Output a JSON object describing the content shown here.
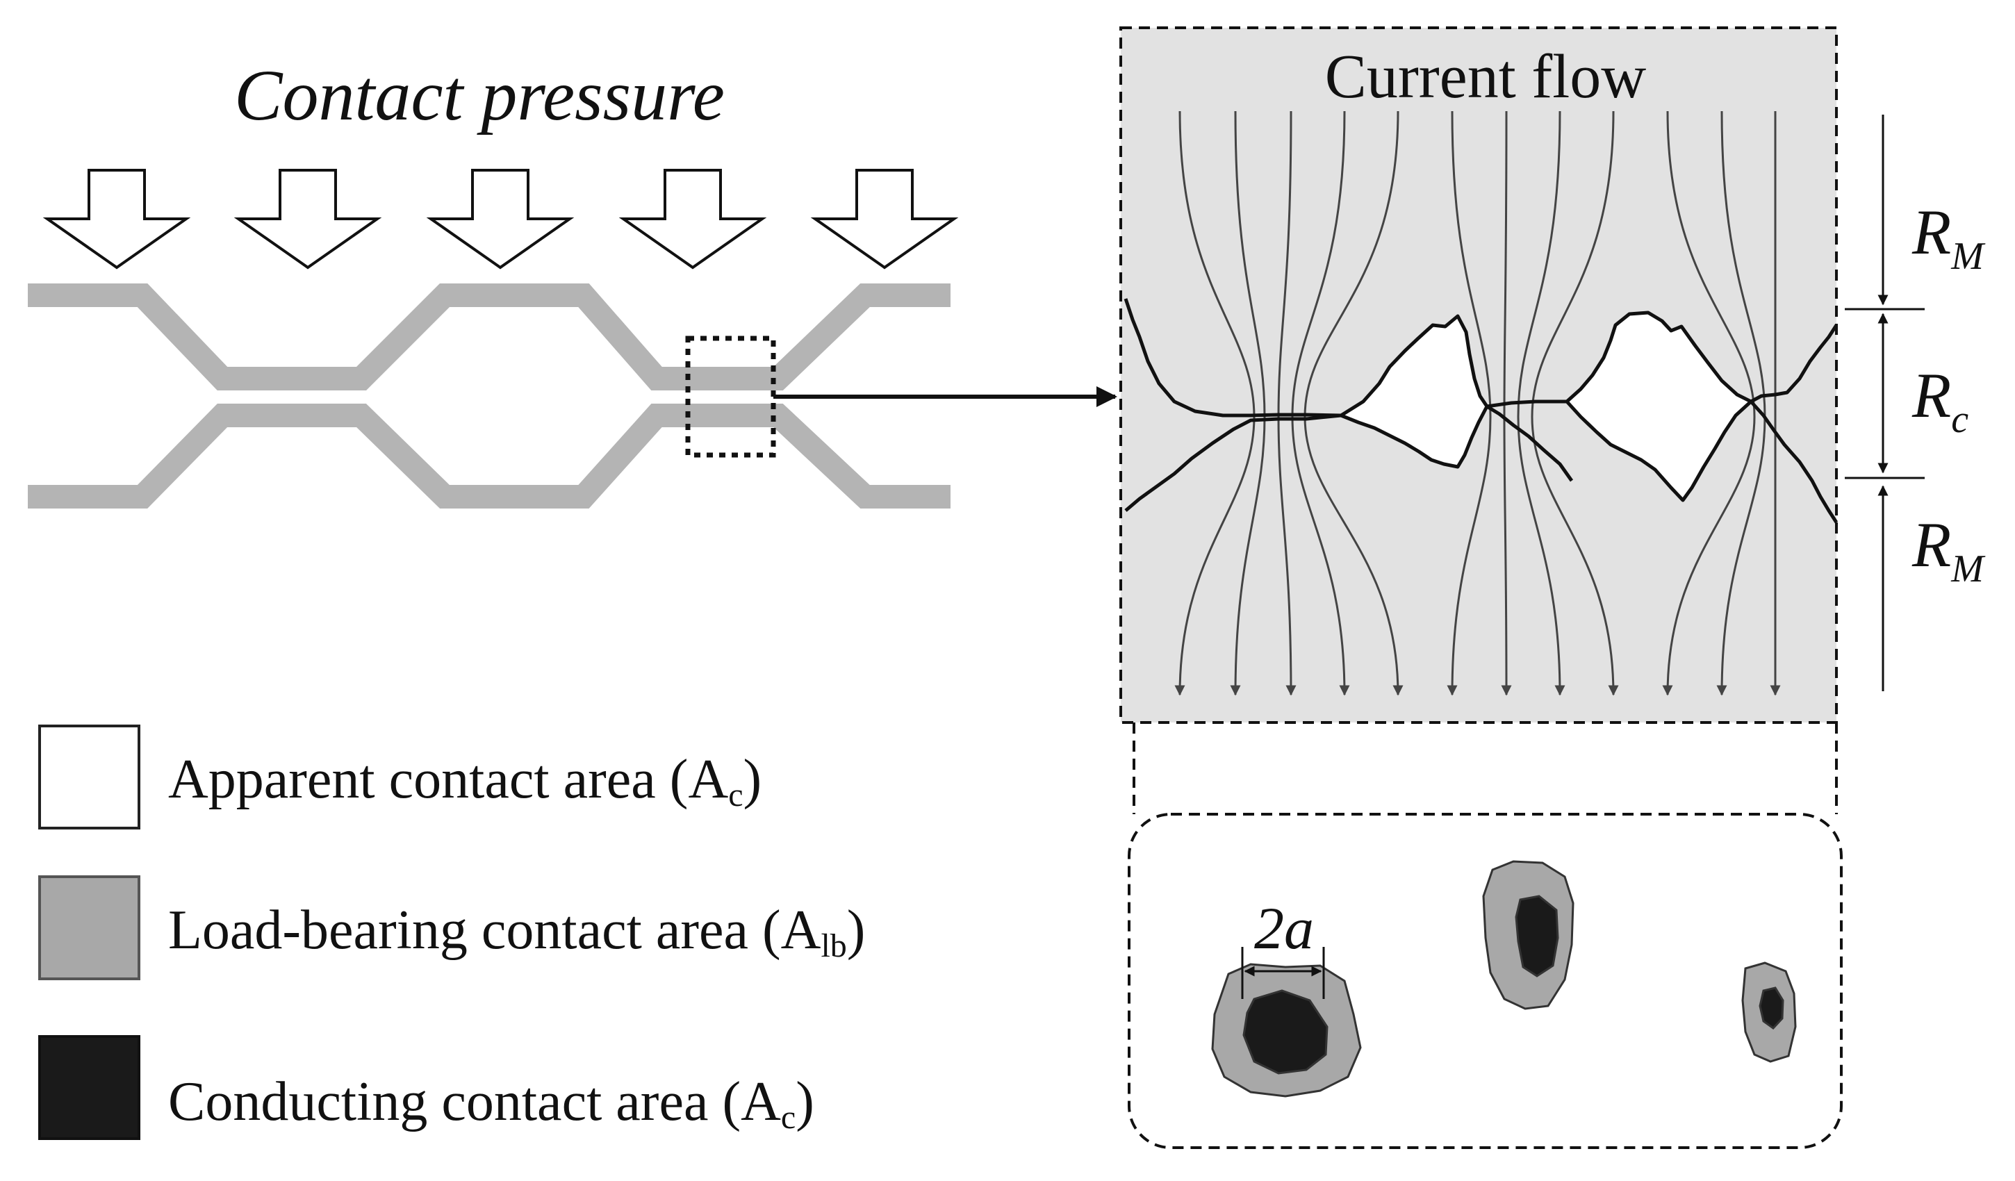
{
  "title": "Contact pressure",
  "current_flow": "Current flow",
  "resistances": {
    "top": {
      "main": "R",
      "sub": "M"
    },
    "middle": {
      "main": "R",
      "sub": "c"
    },
    "bottom": {
      "main": "R",
      "sub": "M"
    }
  },
  "spot_size_label": "2a",
  "legend": [
    {
      "text": "Apparent  contact area (A",
      "sub": "c",
      "close": ")"
    },
    {
      "text": "Load-bearing  contact area (A",
      "sub": "lb",
      "close": ")"
    },
    {
      "text": "Conducting contact area (A",
      "sub": "c",
      "close": ")"
    }
  ],
  "colors": {
    "apparent": "#ffffff",
    "load_bearing": "#a8a8a8",
    "conducting": "#1a1a1a",
    "panel_fill": "#e2e2e2",
    "surface_band": "#b4b4b4",
    "ink": "#111111"
  }
}
